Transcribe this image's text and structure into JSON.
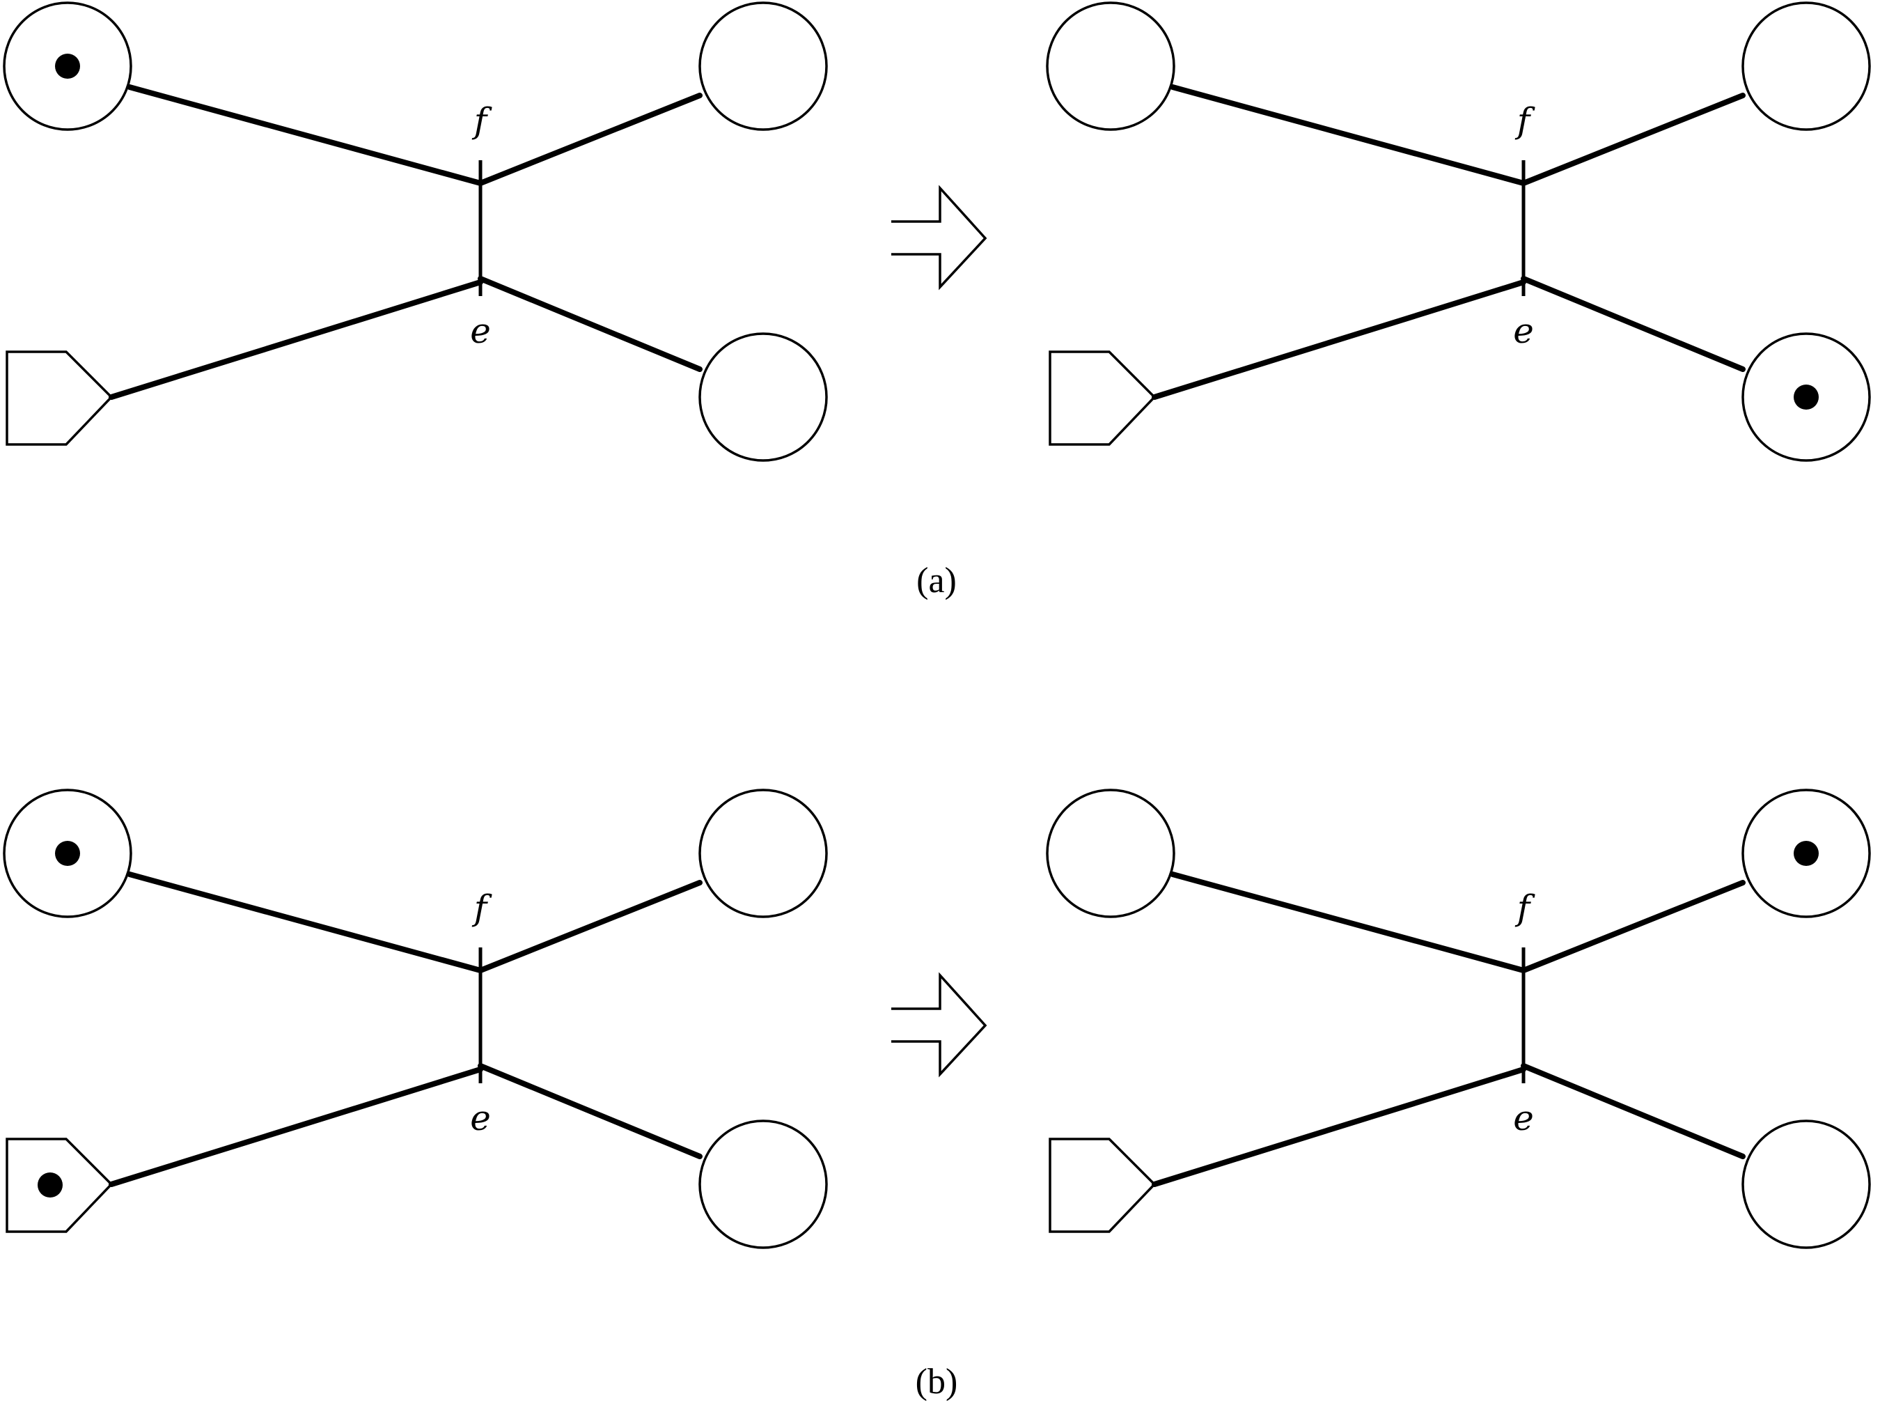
{
  "panels": [
    {
      "caption": "(a)",
      "before": {
        "transition_top_label": "f",
        "transition_bottom_label": "e",
        "tokens": {
          "input_place": true,
          "input_condition": false,
          "output_top": false,
          "output_bottom": false
        }
      },
      "after": {
        "transition_top_label": "f",
        "transition_bottom_label": "e",
        "tokens": {
          "input_place": false,
          "input_condition": false,
          "output_top": false,
          "output_bottom": true
        }
      }
    },
    {
      "caption": "(b)",
      "before": {
        "transition_top_label": "f",
        "transition_bottom_label": "e",
        "tokens": {
          "input_place": true,
          "input_condition": true,
          "output_top": false,
          "output_bottom": false
        }
      },
      "after": {
        "transition_top_label": "f",
        "transition_bottom_label": "e",
        "tokens": {
          "input_place": false,
          "input_condition": false,
          "output_top": true,
          "output_bottom": false
        }
      }
    }
  ]
}
